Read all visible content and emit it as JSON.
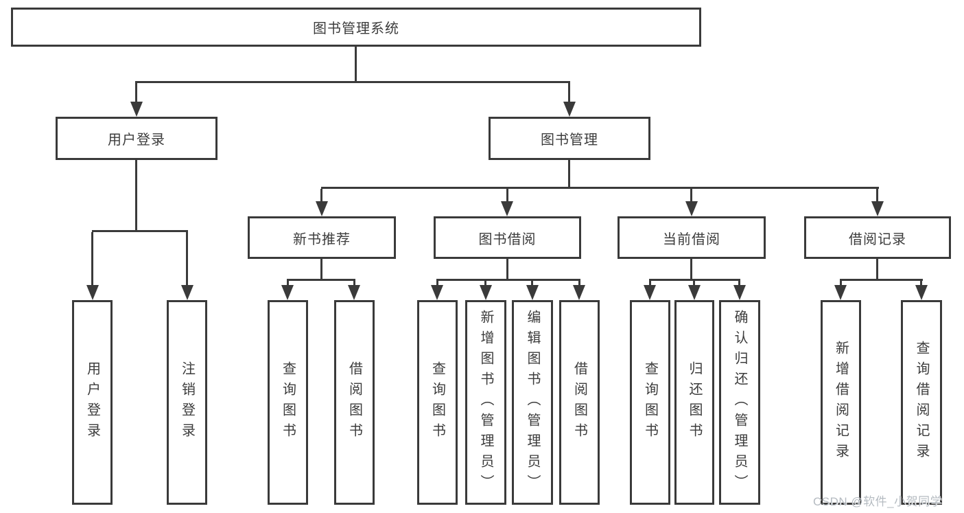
{
  "tree": {
    "root": {
      "label": "图书管理系统"
    },
    "branches": [
      {
        "label": "用户登录",
        "children": [
          "用户登录",
          "注销登录"
        ]
      },
      {
        "label": "图书管理",
        "sub": [
          {
            "label": "新书推荐",
            "children": [
              "查询图书",
              "借阅图书"
            ]
          },
          {
            "label": "图书借阅",
            "children": [
              "查询图书",
              "新增图书（管理员）",
              "编辑图书（管理员）",
              "借阅图书"
            ]
          },
          {
            "label": "当前借阅",
            "children": [
              "查询图书",
              "归还图书",
              "确认归还（管理员）"
            ]
          },
          {
            "label": "借阅记录",
            "children": [
              "新增借阅记录",
              "查询借阅记录"
            ]
          }
        ]
      }
    ]
  },
  "watermark": "CSDN @软件_小贺同学",
  "colors": {
    "line": "#3a3a3a",
    "text": "#3c3c3c",
    "background": "#ffffff",
    "watermark": "#b5bbc1"
  }
}
